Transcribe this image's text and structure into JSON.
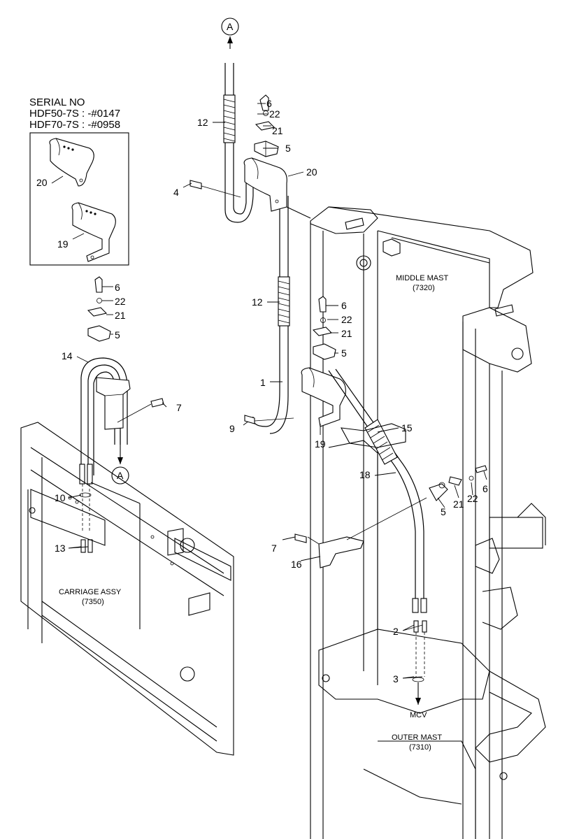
{
  "serial_box": {
    "title": "SERIAL NO",
    "line1": "HDF50-7S : -#0147",
    "line2": "HDF70-7S : -#0958",
    "parts": [
      "20",
      "19"
    ]
  },
  "callouts": {
    "A_top": "A",
    "A_bottom": "A"
  },
  "assemblies": {
    "middle_mast": "MIDDLE MAST",
    "middle_mast_no": "(7320)",
    "outer_mast": "OUTER MAST",
    "outer_mast_no": "(7310)",
    "carriage": "CARRIAGE ASSY",
    "carriage_no": "(7350)",
    "mcv": "MCV"
  },
  "part_labels": {
    "p12a": "12",
    "p6a": "6",
    "p22a": "22",
    "p21a": "21",
    "p5a": "5",
    "p20": "20",
    "p4": "4",
    "p12b": "12",
    "p6b": "6",
    "p22b": "22",
    "p21b": "21",
    "p5b": "5",
    "p1": "1",
    "p9": "9",
    "p19": "19",
    "p15": "15",
    "p18": "18",
    "p6c": "6",
    "p22c": "22",
    "p21c": "21",
    "p5c": "5",
    "p7a": "7",
    "p16": "16",
    "p2": "2",
    "p3": "3",
    "p6d": "6",
    "p22d": "22",
    "p21d": "21",
    "p5d": "5",
    "p14": "14",
    "p7b": "7",
    "p10": "10",
    "p13": "13"
  }
}
